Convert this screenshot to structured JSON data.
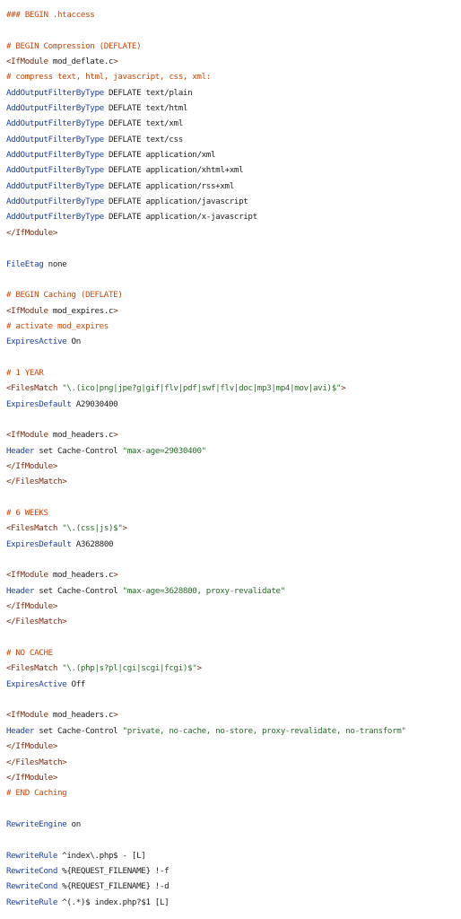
{
  "lines": [
    [
      {
        "t": "### BEGIN .htaccess",
        "c": "comment"
      }
    ],
    [],
    [
      {
        "t": "# BEGIN Compression (DEFLATE)",
        "c": "comment"
      }
    ],
    [
      {
        "t": "<IfModule",
        "c": "tag"
      },
      {
        "t": " mod_deflate.c",
        "c": "plain"
      },
      {
        "t": ">",
        "c": "tag"
      }
    ],
    [
      {
        "t": "# compress text, html, javascript, css, xml:",
        "c": "comment"
      }
    ],
    [
      {
        "t": "AddOutputFilterByType",
        "c": "directive"
      },
      {
        "t": " DEFLATE text/plain",
        "c": "plain"
      }
    ],
    [
      {
        "t": "AddOutputFilterByType",
        "c": "directive"
      },
      {
        "t": " DEFLATE text/html",
        "c": "plain"
      }
    ],
    [
      {
        "t": "AddOutputFilterByType",
        "c": "directive"
      },
      {
        "t": " DEFLATE text/xml",
        "c": "plain"
      }
    ],
    [
      {
        "t": "AddOutputFilterByType",
        "c": "directive"
      },
      {
        "t": " DEFLATE text/css",
        "c": "plain"
      }
    ],
    [
      {
        "t": "AddOutputFilterByType",
        "c": "directive"
      },
      {
        "t": " DEFLATE application/xml",
        "c": "plain"
      }
    ],
    [
      {
        "t": "AddOutputFilterByType",
        "c": "directive"
      },
      {
        "t": " DEFLATE application/xhtml+xml",
        "c": "plain"
      }
    ],
    [
      {
        "t": "AddOutputFilterByType",
        "c": "directive"
      },
      {
        "t": " DEFLATE application/rss+xml",
        "c": "plain"
      }
    ],
    [
      {
        "t": "AddOutputFilterByType",
        "c": "directive"
      },
      {
        "t": " DEFLATE application/javascript",
        "c": "plain"
      }
    ],
    [
      {
        "t": "AddOutputFilterByType",
        "c": "directive"
      },
      {
        "t": " DEFLATE application/x-javascript",
        "c": "plain"
      }
    ],
    [
      {
        "t": "</IfModule>",
        "c": "tag"
      }
    ],
    [],
    [
      {
        "t": "FileEtag",
        "c": "directive"
      },
      {
        "t": " none",
        "c": "plain"
      }
    ],
    [],
    [
      {
        "t": "# BEGIN Caching (DEFLATE)",
        "c": "comment"
      }
    ],
    [
      {
        "t": "<IfModule",
        "c": "tag"
      },
      {
        "t": " mod_expires.c",
        "c": "plain"
      },
      {
        "t": ">",
        "c": "tag"
      }
    ],
    [
      {
        "t": "# activate mod_expires",
        "c": "comment"
      }
    ],
    [
      {
        "t": "ExpiresActive",
        "c": "directive"
      },
      {
        "t": " On",
        "c": "plain"
      }
    ],
    [],
    [
      {
        "t": "# 1 YEAR",
        "c": "comment"
      }
    ],
    [
      {
        "t": "<FilesMatch",
        "c": "tag"
      },
      {
        "t": " ",
        "c": "plain"
      },
      {
        "t": "\"\\.(ico|png|jpe?g|gif|flv|pdf|swf|flv|doc|mp3|mp4|mov|avi)$\"",
        "c": "string"
      },
      {
        "t": ">",
        "c": "tag"
      }
    ],
    [
      {
        "t": "ExpiresDefault",
        "c": "directive"
      },
      {
        "t": " A29030400",
        "c": "plain"
      }
    ],
    [],
    [
      {
        "t": "<IfModule",
        "c": "tag"
      },
      {
        "t": " mod_headers.c",
        "c": "plain"
      },
      {
        "t": ">",
        "c": "tag"
      }
    ],
    [
      {
        "t": "Header",
        "c": "directive"
      },
      {
        "t": " set Cache-Control ",
        "c": "plain"
      },
      {
        "t": "\"max-age=29030400\"",
        "c": "string"
      }
    ],
    [
      {
        "t": "</IfModule>",
        "c": "tag"
      }
    ],
    [
      {
        "t": "</FilesMatch>",
        "c": "tag"
      }
    ],
    [],
    [
      {
        "t": "# 6 WEEKS",
        "c": "comment"
      }
    ],
    [
      {
        "t": "<FilesMatch",
        "c": "tag"
      },
      {
        "t": " ",
        "c": "plain"
      },
      {
        "t": "\"\\.(css|js)$\"",
        "c": "string"
      },
      {
        "t": ">",
        "c": "tag"
      }
    ],
    [
      {
        "t": "ExpiresDefault",
        "c": "directive"
      },
      {
        "t": " A3628800",
        "c": "plain"
      }
    ],
    [],
    [
      {
        "t": "<IfModule",
        "c": "tag"
      },
      {
        "t": " mod_headers.c",
        "c": "plain"
      },
      {
        "t": ">",
        "c": "tag"
      }
    ],
    [
      {
        "t": "Header",
        "c": "directive"
      },
      {
        "t": " set Cache-Control ",
        "c": "plain"
      },
      {
        "t": "\"max-age=3628800, proxy-revalidate\"",
        "c": "string"
      }
    ],
    [
      {
        "t": "</IfModule>",
        "c": "tag"
      }
    ],
    [
      {
        "t": "</FilesMatch>",
        "c": "tag"
      }
    ],
    [],
    [
      {
        "t": "# NO CACHE",
        "c": "comment"
      }
    ],
    [
      {
        "t": "<FilesMatch",
        "c": "tag"
      },
      {
        "t": " ",
        "c": "plain"
      },
      {
        "t": "\"\\.(php|s?pl|cgi|scgi|fcgi)$\"",
        "c": "string"
      },
      {
        "t": ">",
        "c": "tag"
      }
    ],
    [
      {
        "t": "ExpiresActive",
        "c": "directive"
      },
      {
        "t": " Off",
        "c": "plain"
      }
    ],
    [],
    [
      {
        "t": "<IfModule",
        "c": "tag"
      },
      {
        "t": " mod_headers.c",
        "c": "plain"
      },
      {
        "t": ">",
        "c": "tag"
      }
    ],
    [
      {
        "t": "Header",
        "c": "directive"
      },
      {
        "t": " set Cache-Control ",
        "c": "plain"
      },
      {
        "t": "\"private, no-cache, no-store, proxy-revalidate, no-transform\"",
        "c": "string"
      }
    ],
    [
      {
        "t": "</IfModule>",
        "c": "tag"
      }
    ],
    [
      {
        "t": "</FilesMatch>",
        "c": "tag"
      }
    ],
    [
      {
        "t": "</IfModule>",
        "c": "tag"
      }
    ],
    [
      {
        "t": "# END Caching",
        "c": "comment"
      }
    ],
    [],
    [
      {
        "t": "RewriteEngine",
        "c": "directive"
      },
      {
        "t": " on",
        "c": "plain"
      }
    ],
    [],
    [
      {
        "t": "RewriteRule",
        "c": "directive"
      },
      {
        "t": " ^index\\.php$ - [L]",
        "c": "plain"
      }
    ],
    [
      {
        "t": "RewriteCond",
        "c": "directive"
      },
      {
        "t": " %{REQUEST_FILENAME} !-f",
        "c": "plain"
      }
    ],
    [
      {
        "t": "RewriteCond",
        "c": "directive"
      },
      {
        "t": " %{REQUEST_FILENAME} !-d",
        "c": "plain"
      }
    ],
    [
      {
        "t": "RewriteRule",
        "c": "directive"
      },
      {
        "t": " ^(.*)$ index.php?$1 [L]",
        "c": "plain"
      }
    ]
  ]
}
